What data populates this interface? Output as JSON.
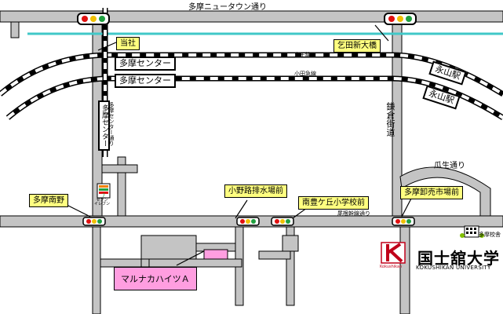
{
  "roads": {
    "tama_newtown": "多摩ニュータウン通り",
    "kamakura": "鎌倉街道",
    "uryu": "瓜生通り",
    "aikawa_small": "尾根幹線通り",
    "tama_center_st": "多摩センター通り"
  },
  "rails": {
    "keio": "京王線",
    "odakyu": "小田急線"
  },
  "stations": {
    "tama_center_1": "多摩センター",
    "tama_center_2": "多摩センター",
    "nagayama_1": "永山駅",
    "nagayama_2": "永山駅",
    "tama_center_vertical": "多摩センター"
  },
  "signals": {
    "toosha": "当社",
    "kotta": "乞田新大橋",
    "tama_minamino": "多摩南野",
    "onoji": "小野路排水場前",
    "minami_hoshigaoka": "南豊ケ丘小学校前",
    "tama_oroshi": "多摩卸売市場前"
  },
  "places": {
    "seven_eleven": "セブン\nイレブン",
    "maruna": "マルナカハイツＡ",
    "campus": "多摩校舎"
  },
  "university": {
    "name_jp": "国士舘大学",
    "name_en": "KOKUSHIKAN UNIVERSITY",
    "logo_text": "Kokushikan"
  },
  "colors": {
    "road": "#c4c4c4",
    "river": "#40c8c8",
    "callout": "#ffff80",
    "destination": "#ff9ee0",
    "brand": "#c0001a"
  }
}
